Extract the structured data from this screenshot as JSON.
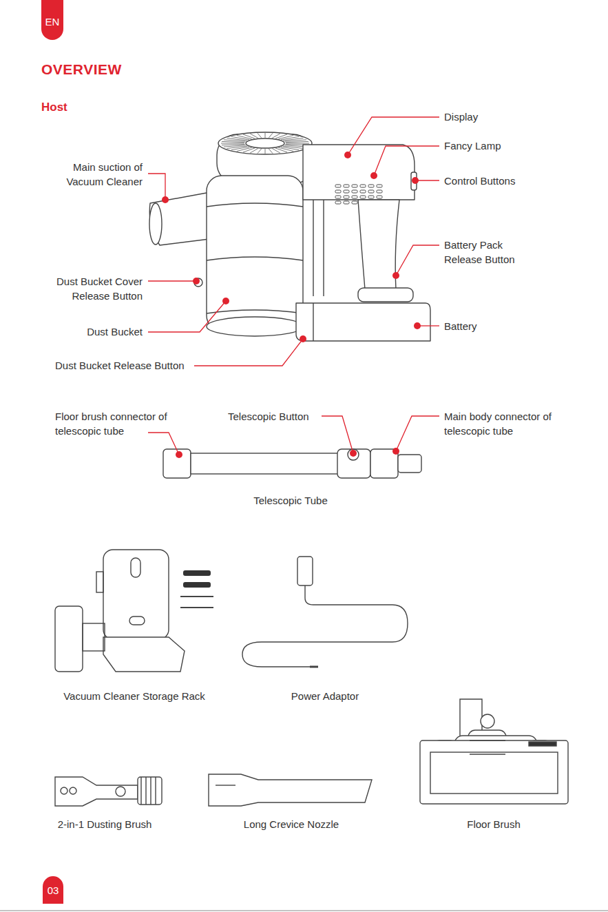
{
  "diagram": {
    "title": "OVERVIEW",
    "nodes": [
      {
        "text": [
          "EN"
        ]
      },
      {
        "text": [
          "03"
        ]
      }
    ],
    "labels": [
      "Host",
      "Display",
      "Fancy Lamp",
      "Main suction of Vacuum Cleaner",
      "Control Buttons",
      "Battery Pack Release Button",
      "Dust Bucket Cover Release Button",
      "Dust Bucket",
      "Battery",
      "Dust Bucket Release Button",
      "Floor brush connector of telescopic tube",
      "Telescopic Button",
      "Main body connector of telescopic tube",
      "Telescopic Tube",
      "Vacuum Cleaner Storage Rack",
      "Power Adaptor",
      "2-in-1 Dusting Brush",
      "Long Crevice Nozzle",
      "Floor Brush"
    ]
  }
}
